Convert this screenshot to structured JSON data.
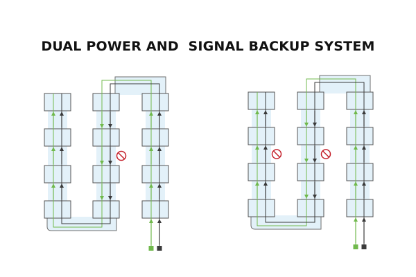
{
  "title": "DUAL POWER AND  SIGNAL BACKUP SYSTEM",
  "colors": {
    "module_fill": "#e3f1f9",
    "module_stroke": "#545454",
    "cable_fill": "#e3f1f9",
    "cable_stroke": "#6e6e6e",
    "power": "#70b94c",
    "signal": "#3a3a3a",
    "fault": "#c4202b"
  },
  "diagrams": [
    {
      "name": "left-system",
      "columns": 3,
      "modules_per_column": 4,
      "failure_icons": [
        {
          "column": 2,
          "between_rows": [
            2,
            3
          ]
        }
      ]
    },
    {
      "name": "right-system",
      "columns": 3,
      "modules_per_column": 4,
      "failure_icons": [
        {
          "column": 1,
          "between_rows": [
            2,
            3
          ]
        },
        {
          "column": 2,
          "between_rows": [
            2,
            3
          ]
        }
      ]
    }
  ],
  "icons": {
    "input_power": "green-square-icon",
    "input_signal": "dark-square-icon",
    "failure": "prohibited-icon"
  }
}
